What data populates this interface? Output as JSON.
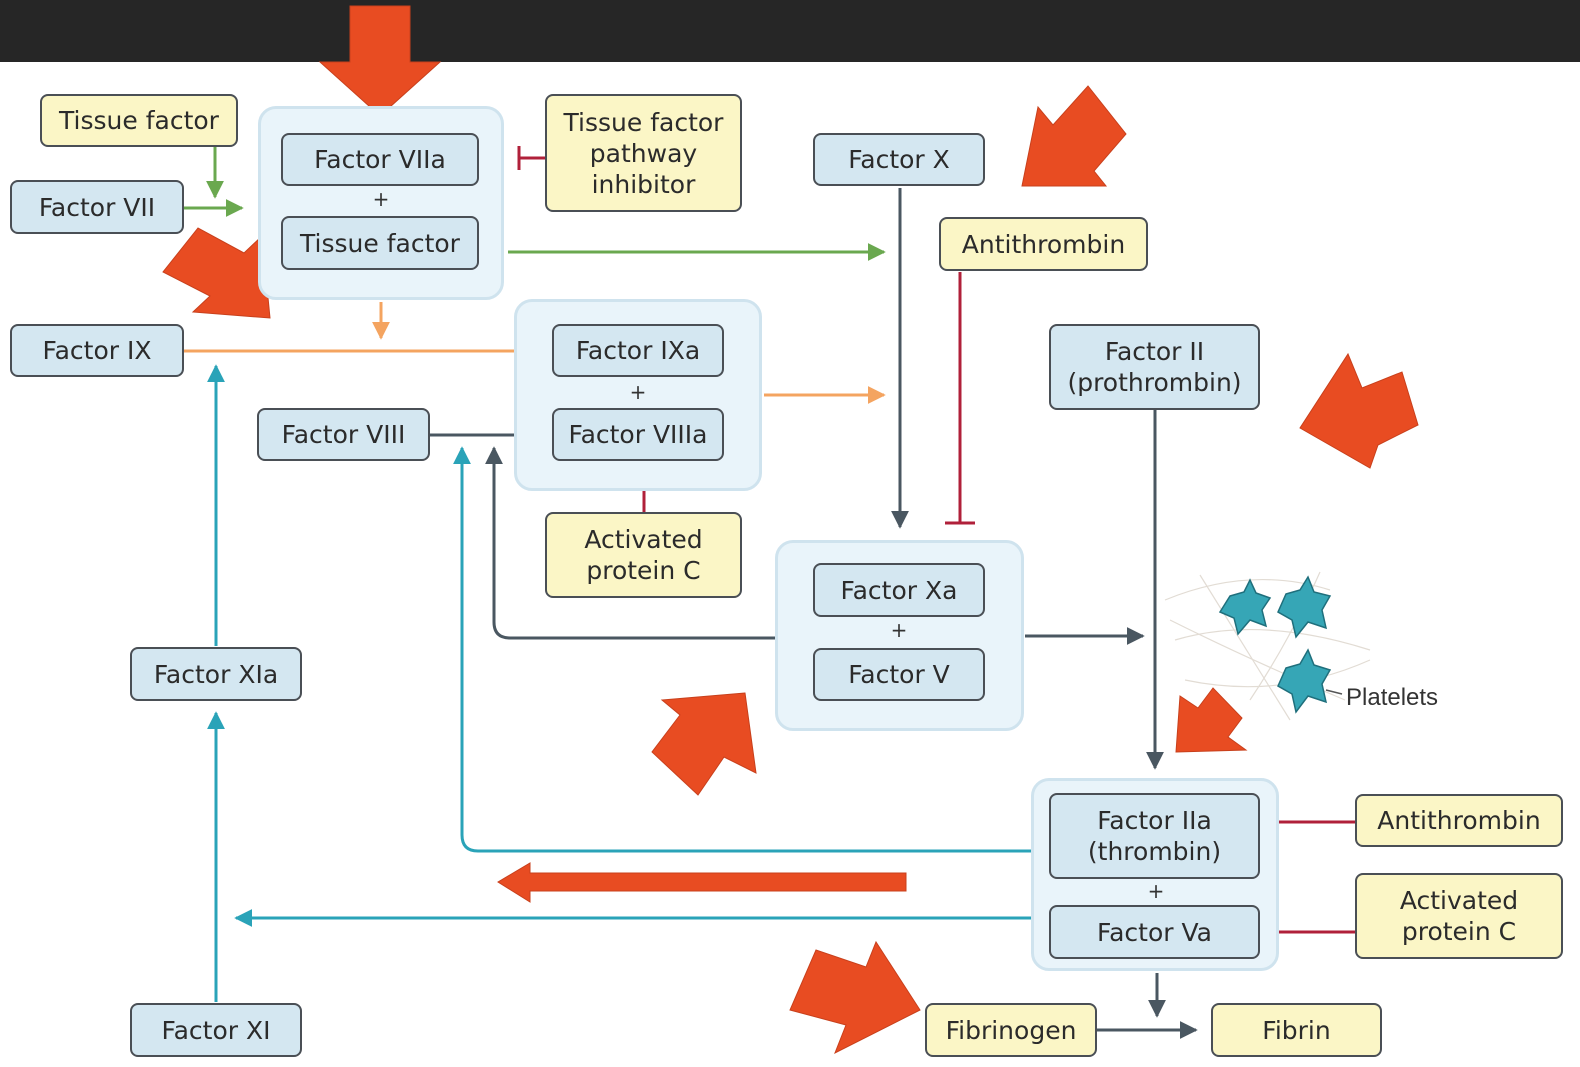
{
  "nodes": {
    "tissue_factor": "Tissue factor",
    "factor_vii": "Factor VII",
    "factor_viia": "Factor VIIa",
    "tissue_factor_complex": "Tissue factor",
    "tfpi": "Tissue factor\npathway\ninhibitor",
    "factor_x": "Factor X",
    "antithrombin_top": "Antithrombin",
    "factor_ix": "Factor IX",
    "factor_ixa": "Factor IXa",
    "factor_viii": "Factor VIII",
    "factor_viiia": "Factor VIIIa",
    "activated_protein_c_mid": "Activated\nprotein C",
    "factor_ii": "Factor II\n(prothrombin)",
    "factor_xa": "Factor Xa",
    "factor_v": "Factor V",
    "factor_xia": "Factor XIa",
    "factor_xi": "Factor XI",
    "factor_iia": "Factor IIa\n(thrombin)",
    "factor_va": "Factor Va",
    "antithrombin_right": "Antithrombin",
    "activated_protein_c_right": "Activated\nprotein C",
    "fibrinogen": "Fibrinogen",
    "fibrin": "Fibrin"
  },
  "plus_sign": "+",
  "platelets_label": "Platelets",
  "colors": {
    "topbar": "#262626",
    "factor_box": "#d4e7f1",
    "regulator_box": "#fbf6c6",
    "complex_bg": "#e9f4fa",
    "arrow_green": "#6aa84f",
    "arrow_orange": "#f4a460",
    "arrow_dark": "#4a5761",
    "arrow_teal": "#2aa3b8",
    "inhibition_red": "#b0203a",
    "highlight_arrow": "#e84c22"
  },
  "icons": [
    "platelet-cluster-icon",
    "highlight-arrow-icon"
  ]
}
